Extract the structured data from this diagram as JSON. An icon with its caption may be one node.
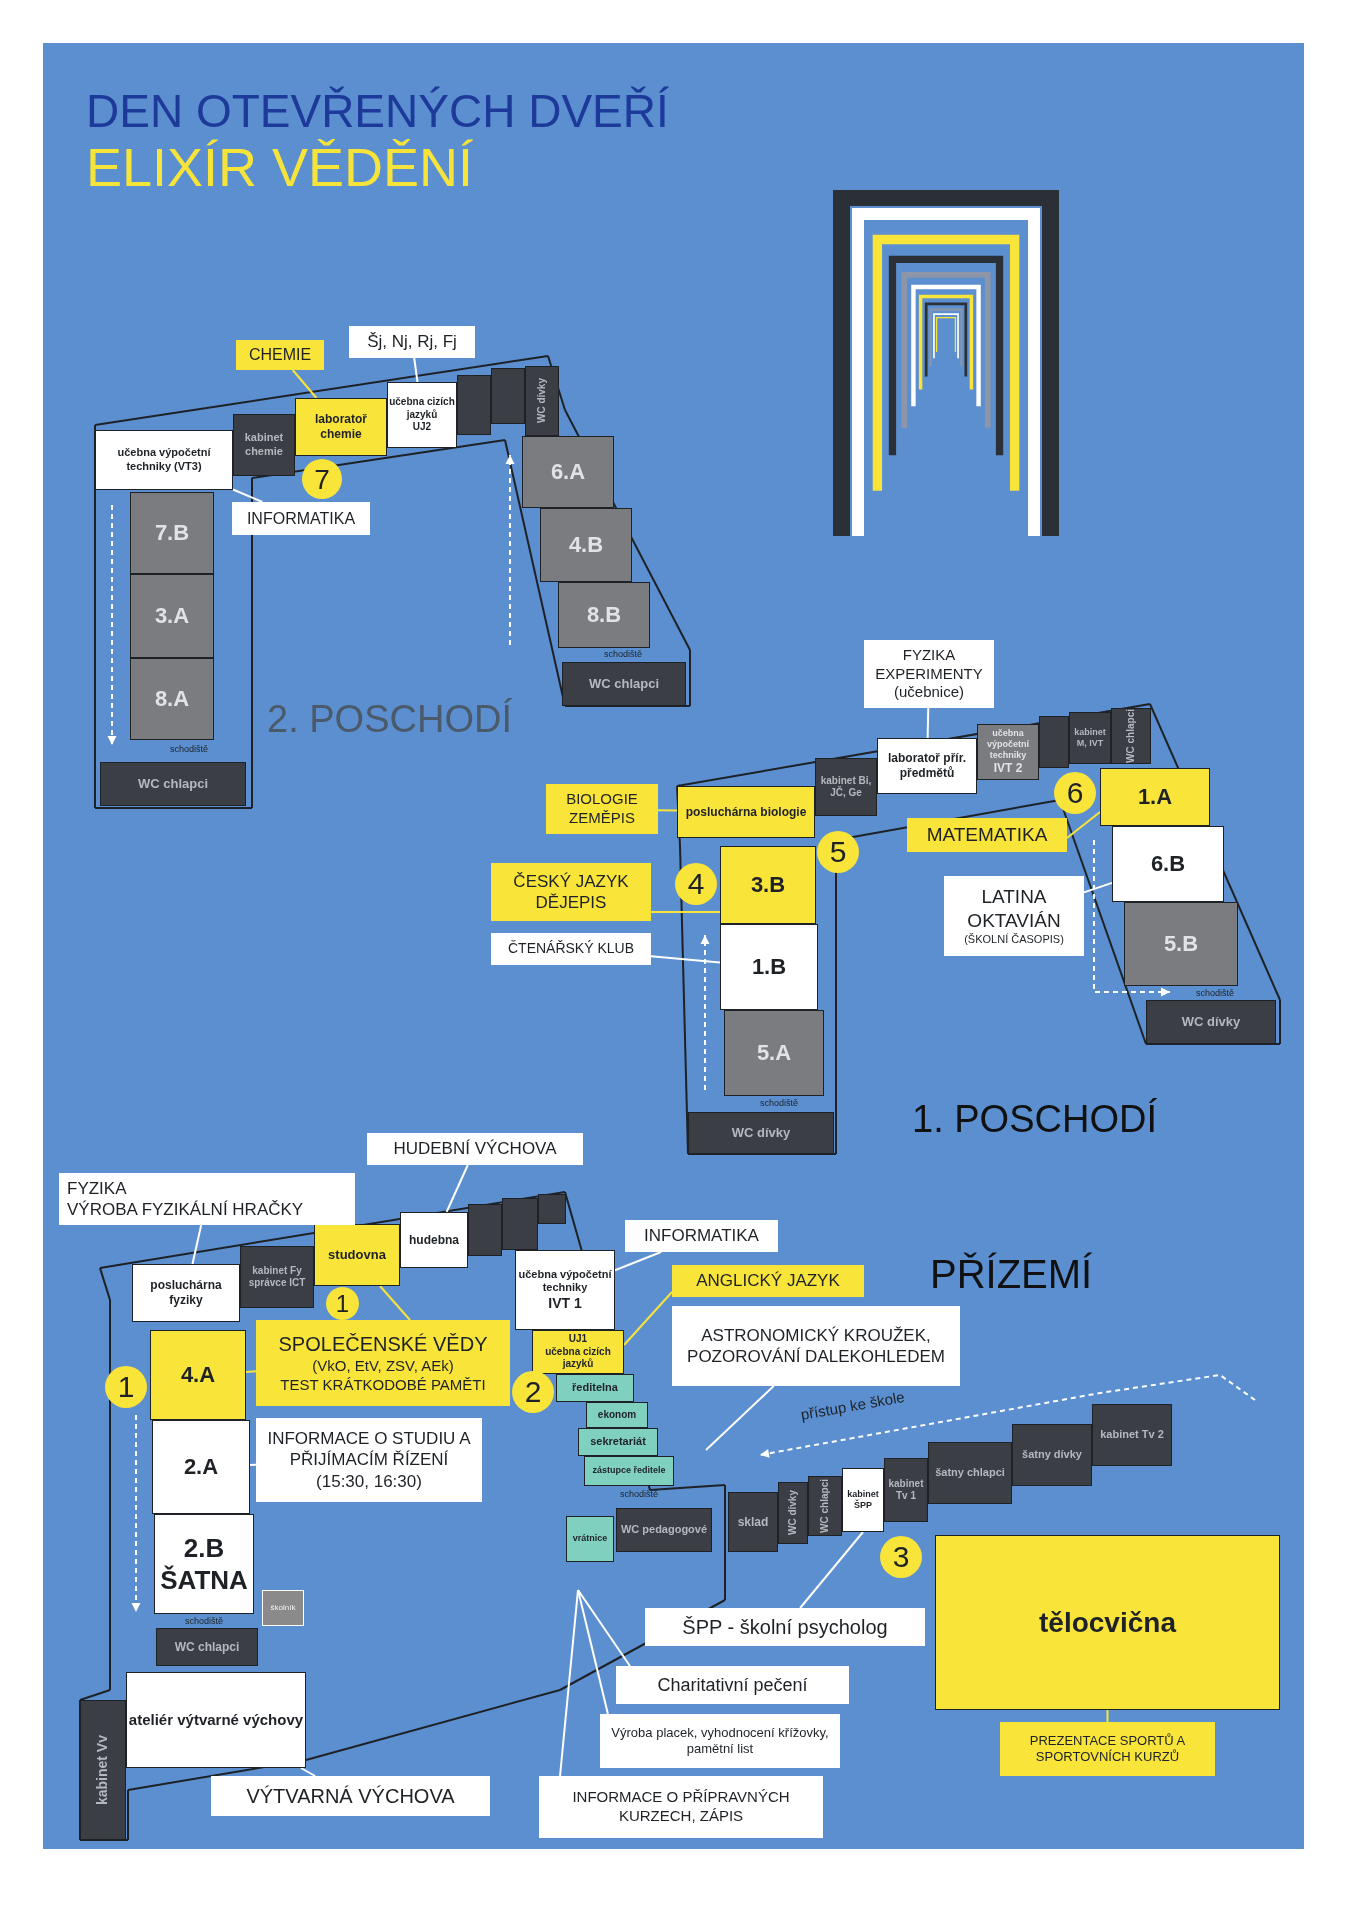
{
  "diagram": {
    "title": "DEN OTEVŘENÝCH DVEŘÍ",
    "nodes": [
      {
        "text": [
          "učebna výpočetní techniky (VT3)"
        ]
      },
      {
        "text": [
          "kabinet chemie"
        ]
      },
      {
        "text": [
          "laboratoř chemie"
        ]
      },
      {
        "text": [
          "učebna cizích jazyků",
          "UJ2"
        ]
      },
      {
        "text": [],
        "shape": "box"
      },
      {
        "text": [],
        "shape": "box"
      },
      {
        "text": [
          "WC dívky"
        ]
      },
      {
        "text": [
          "6.A"
        ]
      },
      {
        "text": [
          "4.B"
        ]
      },
      {
        "text": [
          "8.B"
        ]
      },
      {
        "text": [
          "WC chlapci"
        ]
      },
      {
        "text": [
          "7.B"
        ]
      },
      {
        "text": [
          "3.A"
        ]
      },
      {
        "text": [
          "8.A"
        ]
      },
      {
        "text": [
          "WC chlapci"
        ]
      },
      {
        "text": [
          "CHEMIE"
        ]
      },
      {
        "text": [
          "Šj, Nj, Rj, Fj"
        ]
      },
      {
        "text": [
          "INFORMATIKA"
        ]
      },
      {
        "text": [
          "7"
        ]
      },
      {
        "text": [
          "posluchárna biologie"
        ]
      },
      {
        "text": [
          "kabinet Bi, JČ, Ge"
        ]
      },
      {
        "text": [
          "laboratoř přír. předmětů"
        ]
      },
      {
        "text": [
          "učebna výpočetní techniky",
          "IVT 2"
        ]
      },
      {
        "text": [],
        "shape": "box"
      },
      {
        "text": [
          "kabinet M, IVT"
        ]
      },
      {
        "text": [
          "WC chlapci"
        ]
      },
      {
        "text": [
          "1.A"
        ]
      },
      {
        "text": [
          "6.B"
        ]
      },
      {
        "text": [
          "5.B"
        ]
      },
      {
        "text": [
          "WC dívky"
        ]
      },
      {
        "text": [
          "3.B"
        ]
      },
      {
        "text": [
          "1.B"
        ]
      },
      {
        "text": [
          "5.A"
        ]
      },
      {
        "text": [
          "WC dívky"
        ]
      },
      {
        "text": [
          "FYZIKA EXPERIMENTY (učebnice)"
        ]
      },
      {
        "text": [
          "BIOLOGIE ZEMĚPIS"
        ]
      },
      {
        "text": [
          "ČESKÝ JAZYK DĚJEPIS"
        ]
      },
      {
        "text": [
          "ČTENÁŘSKÝ KLUB"
        ]
      },
      {
        "text": [
          "MATEMATIKA"
        ]
      },
      {
        "text": [
          "LATINA OKTAVIÁN",
          "(ŠKOLNÍ ČASOPIS)"
        ]
      },
      {
        "text": [
          "4"
        ]
      },
      {
        "text": [
          "5"
        ]
      },
      {
        "text": [
          "6"
        ]
      },
      {
        "text": [
          "posluchárna fyziky"
        ]
      },
      {
        "text": [
          "kabinet Fy",
          "správce ICT"
        ]
      },
      {
        "text": [
          "studovna"
        ]
      },
      {
        "text": [
          "hudebna"
        ]
      },
      {
        "text": [],
        "shape": "box"
      },
      {
        "text": [],
        "shape": "box"
      },
      {
        "text": [],
        "shape": "box"
      },
      {
        "text": [
          "učebna výpočetní techniky",
          "IVT 1"
        ]
      },
      {
        "text": [
          "UJ1",
          "učebna cizích jazyků"
        ]
      },
      {
        "text": [
          "ředitelna"
        ]
      },
      {
        "text": [
          "ekonom"
        ]
      },
      {
        "text": [
          "sekretariát"
        ]
      },
      {
        "text": [
          "zástupce ředitele"
        ]
      },
      {
        "text": [
          "vrátnice"
        ]
      },
      {
        "text": [
          "WC pedagogové"
        ]
      },
      {
        "text": [
          "sklad"
        ]
      },
      {
        "text": [
          "WC dívky"
        ]
      },
      {
        "text": [
          "WC chlapci"
        ]
      },
      {
        "text": [
          "kabinet ŠPP"
        ]
      },
      {
        "text": [
          "kabinet Tv 1"
        ]
      },
      {
        "text": [
          "šatny chlapci"
        ]
      },
      {
        "text": [
          "šatny dívky"
        ]
      },
      {
        "text": [
          "kabinet Tv 2"
        ]
      },
      {
        "text": [
          "tělocvična"
        ]
      },
      {
        "text": [
          "4.A"
        ]
      },
      {
        "text": [
          "2.A"
        ]
      },
      {
        "text": [
          "2.B",
          "ŠATNA"
        ]
      },
      {
        "text": [
          "školník"
        ]
      },
      {
        "text": [
          "WC chlapci"
        ]
      },
      {
        "text": [
          "kabinet Vv"
        ]
      },
      {
        "text": [
          "ateliér výtvarné výchovy"
        ]
      },
      {
        "text": [
          "FYZIKA",
          "VÝROBA FYZIKÁLNÍ HRAČKY"
        ]
      },
      {
        "text": [
          "HUDEBNÍ VÝCHOVA"
        ]
      },
      {
        "text": [
          "INFORMATIKA"
        ]
      },
      {
        "text": [
          "ANGLICKÝ JAZYK"
        ]
      },
      {
        "text": [
          "SPOLEČENSKÉ VĚDY",
          "(VkO, EtV, ZSV, AEk)",
          "TEST KRÁTKODOBÉ PAMĚTI"
        ]
      },
      {
        "text": [
          "INFORMACE O STUDIU A PŘIJÍMACÍM ŘÍZENÍ",
          "(15:30, 16:30)"
        ]
      },
      {
        "text": [
          "ASTRONOMICKÝ KROUŽEK, POZOROVÁNÍ DALEKOHLEDEM"
        ]
      },
      {
        "text": [
          "ŠPP - školní psycholog"
        ]
      },
      {
        "text": [
          "Charitativní pečení"
        ]
      },
      {
        "text": [
          "Výroba placek, vyhodnocení křížovky, pamětní list"
        ]
      },
      {
        "text": [
          "INFORMACE O PŘÍPRAVNÝCH KURZECH, ZÁPIS"
        ]
      },
      {
        "text": [
          "VÝTVARNÁ VÝCHOVA"
        ]
      },
      {
        "text": [
          "PREZENTACE SPORTŮ A SPORTOVNÍCH KURZŮ"
        ]
      },
      {
        "text": [
          "1"
        ]
      },
      {
        "text": [
          "1"
        ]
      },
      {
        "text": [
          "2"
        ]
      },
      {
        "text": [
          "3"
        ]
      }
    ],
    "edges": [
      {
        "from": 15,
        "to": 2,
        "arrow": "none",
        "color": "#f9e43a"
      },
      {
        "from": 16,
        "to": 3,
        "arrow": "none"
      },
      {
        "from": 17,
        "to": 0,
        "arrow": "none"
      },
      {
        "from": 34,
        "to": 21,
        "arrow": "none"
      },
      {
        "from": 35,
        "to": 19,
        "arrow": "none",
        "color": "#f9e43a"
      },
      {
        "from": 36,
        "to": 30,
        "arrow": "none",
        "color": "#f9e43a"
      },
      {
        "from": 37,
        "to": 31,
        "arrow": "none"
      },
      {
        "from": 38,
        "to": 26,
        "arrow": "none",
        "color": "#f9e43a"
      },
      {
        "from": 39,
        "to": 27,
        "arrow": "none"
      },
      {
        "from": 74,
        "to": 43,
        "arrow": "none"
      },
      {
        "from": 75,
        "to": 46,
        "arrow": "none"
      },
      {
        "from": 76,
        "to": 50,
        "arrow": "none"
      },
      {
        "from": 77,
        "to": 51,
        "arrow": "none",
        "color": "#f9e43a"
      },
      {
        "from": 78,
        "to": 45,
        "arrow": "none",
        "color": "#f9e43a"
      },
      {
        "from": 78,
        "to": 67,
        "arrow": "none",
        "color": "#f9e43a"
      },
      {
        "from": 79,
        "to": 68,
        "arrow": "none"
      },
      {
        "from": 80,
        "to": null,
        "arrow": "none"
      },
      {
        "from": 81,
        "to": 61,
        "arrow": "none"
      },
      {
        "from": 82,
        "to": null,
        "arrow": "none"
      },
      {
        "from": 83,
        "to": null,
        "arrow": "none"
      },
      {
        "from": 84,
        "to": null,
        "arrow": "none"
      },
      {
        "from": 85,
        "to": 73,
        "arrow": "none"
      },
      {
        "from": 86,
        "to": 66,
        "arrow": "none",
        "color": "#f9e43a"
      }
    ],
    "labels": [
      "ELIXÍR VĚDĚNÍ",
      "schodiště",
      "schodiště",
      "2. POSCHODÍ",
      "schodiště",
      "schodiště",
      "1. POSCHODÍ",
      "PŘÍZEMÍ",
      "přístup ke škole",
      "schodiště",
      "schodiště"
    ]
  }
}
